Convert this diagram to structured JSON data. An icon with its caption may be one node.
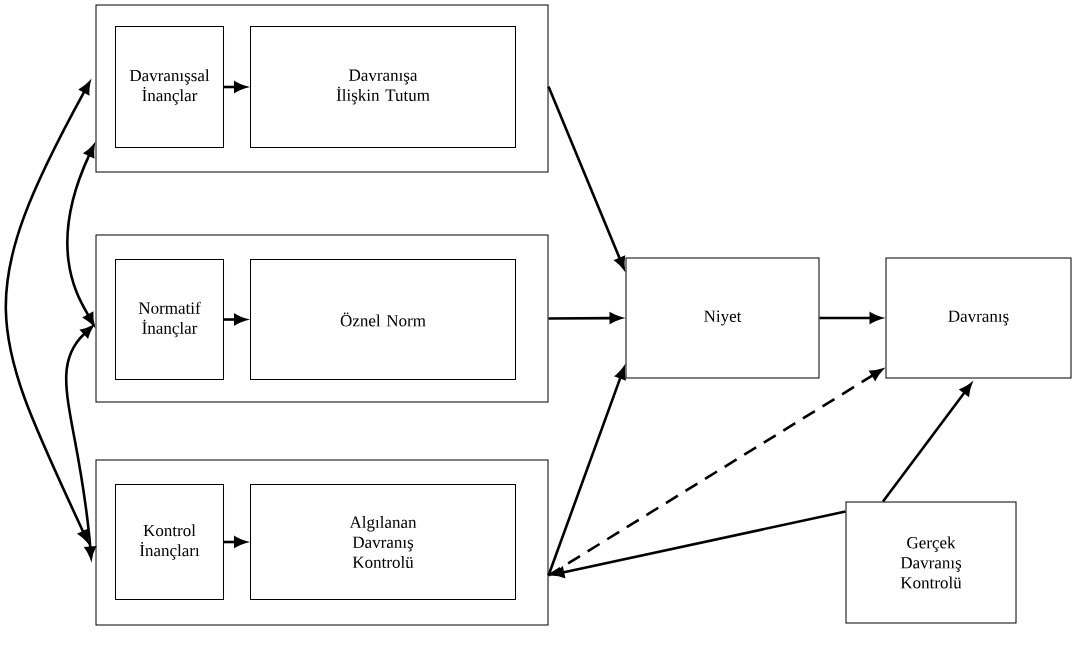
{
  "diagram": {
    "nodes": [
      {
        "text": [],
        "shape": "box"
      },
      {
        "text": [
          "Davranışsal İnançlar"
        ],
        "in": 0
      },
      {
        "text": [
          "Davranışa İlişkin Tutum"
        ],
        "in": 0
      },
      {
        "text": [],
        "shape": "box"
      },
      {
        "text": [
          "Normatif İnançlar"
        ],
        "in": 3
      },
      {
        "text": [
          "Öznel Norm"
        ],
        "in": 3
      },
      {
        "text": [],
        "shape": "box"
      },
      {
        "text": [
          "Kontrol İnançları"
        ],
        "in": 6
      },
      {
        "text": [
          "Algılanan Davranış Kontrolü"
        ],
        "in": 6
      },
      {
        "text": [
          "Niyet"
        ]
      },
      {
        "text": [
          "Davranış"
        ]
      },
      {
        "text": [
          "Gerçek Davranış Kontrolü"
        ]
      }
    ],
    "edges": [
      {
        "from": 1,
        "to": 2,
        "arrow": "to"
      },
      {
        "from": 4,
        "to": 5,
        "arrow": "to"
      },
      {
        "from": 7,
        "to": 8,
        "arrow": "to"
      },
      {
        "from": 0,
        "to": 9,
        "arrow": "to"
      },
      {
        "from": 3,
        "to": 9,
        "arrow": "to"
      },
      {
        "from": 6,
        "to": 9,
        "arrow": "to"
      },
      {
        "from": 9,
        "to": 10,
        "arrow": "to"
      },
      {
        "from": 6,
        "to": 10,
        "arrow": "to",
        "style": "dashed"
      },
      {
        "from": 11,
        "to": 6,
        "arrow": "to"
      },
      {
        "from": 11,
        "to": 10,
        "arrow": "to"
      },
      {
        "from": 0,
        "to": 6,
        "arrow": "both"
      },
      {
        "from": 0,
        "to": 3,
        "arrow": "both"
      },
      {
        "from": 3,
        "to": 6,
        "arrow": "both"
      }
    ]
  }
}
